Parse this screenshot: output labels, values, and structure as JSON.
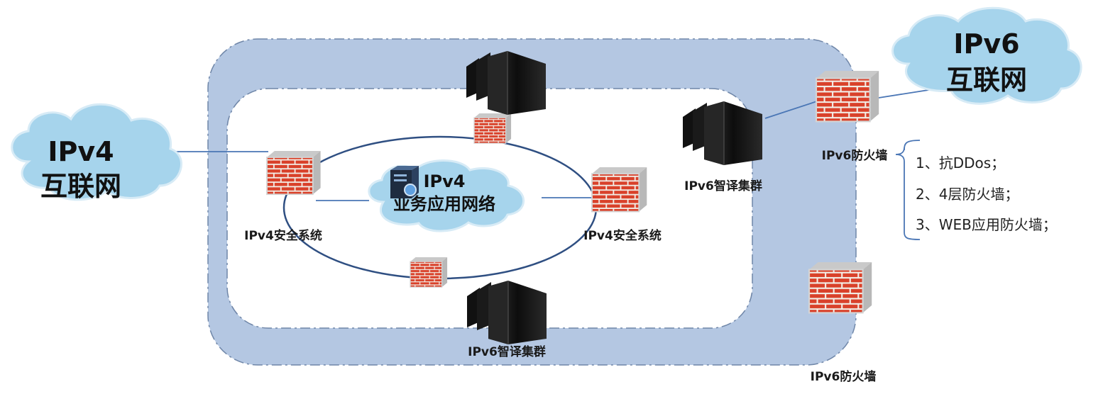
{
  "clouds": {
    "ipv4_internet": {
      "line1": "IPv4",
      "line2": "互联网"
    },
    "ipv6_internet": {
      "line1": "IPv6",
      "line2": "互联网"
    },
    "ipv4_business": {
      "line1": "IPv4",
      "line2": "业务应用网络"
    }
  },
  "labels": {
    "ipv4_security_left": "IPv4安全系统",
    "ipv4_security_right": "IPv4安全系统",
    "ipv6_cluster_right": "IPv6智译集群",
    "ipv6_cluster_bottom": "IPv6智译集群",
    "ipv6_firewall_top": "IPv6防火墙",
    "ipv6_firewall_bottom": "IPv6防火墙"
  },
  "features": [
    "1、抗DDos；",
    "2、4层防火墙；",
    "3、WEB应用防火墙；"
  ],
  "colors": {
    "outer_band": "#b4c7e2",
    "cloud_fill": "#a6d4ec",
    "brick": "#d9412a",
    "mortar": "#f2efe8",
    "server_dark": "#1b1b1b",
    "ring_stroke": "#2f4f82",
    "link_line": "#4a76b5"
  }
}
